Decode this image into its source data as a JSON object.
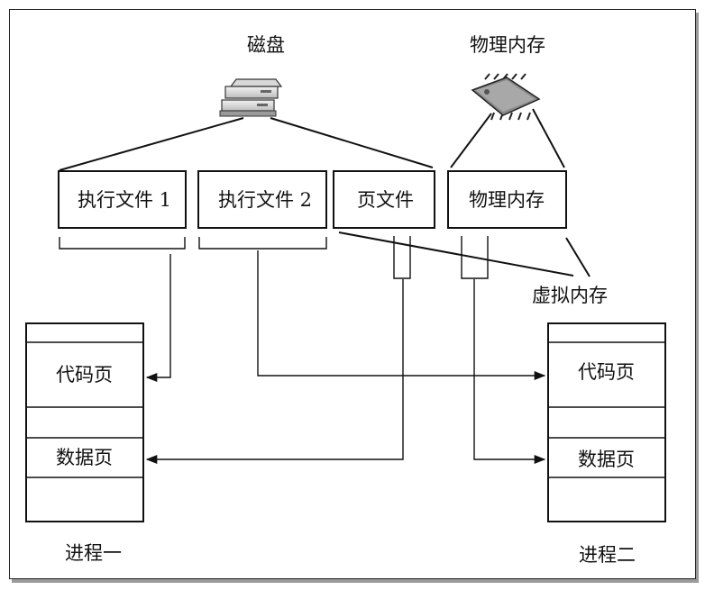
{
  "disk": {
    "label": "磁盘",
    "icon": "disk-drive-icon"
  },
  "physical_memory_top": {
    "label": "物理内存",
    "icon": "memory-chip-icon"
  },
  "files": {
    "exec1": "执行文件 1",
    "exec2": "执行文件 2",
    "page_file": "页文件",
    "phys_mem": "物理内存"
  },
  "virtual_memory": "虚拟内存",
  "process1": {
    "name": "进程一",
    "code_page": "代码页",
    "data_page": "数据页"
  },
  "process2": {
    "name": "进程二",
    "code_page": "代码页",
    "data_page": "数据页"
  }
}
